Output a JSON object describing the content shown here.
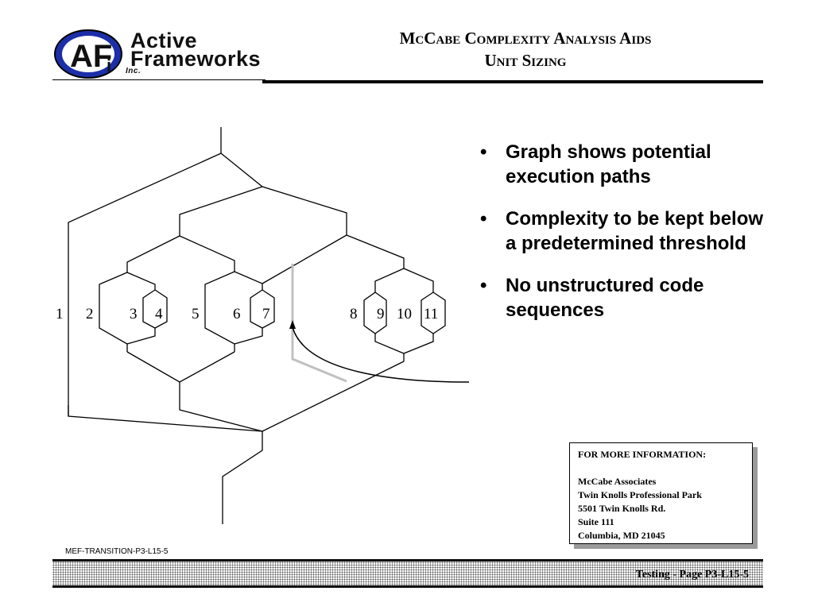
{
  "header": {
    "logo": {
      "line1": "Active",
      "line2": "Frameworks",
      "line3": "Inc.",
      "monogram": "AFi"
    },
    "title_line1": "McCabe Complexity Analysis Aids",
    "title_line2": "Unit Sizing"
  },
  "diagram": {
    "node_labels": [
      "1",
      "2",
      "3",
      "4",
      "5",
      "6",
      "7",
      "8",
      "9",
      "10",
      "11"
    ],
    "colors": {
      "lines": "#000000",
      "highlight_path": "#c0c0c0"
    }
  },
  "bullets": [
    {
      "text": "Graph shows potential execution paths"
    },
    {
      "text": "Complexity to be kept below a predetermined threshold"
    },
    {
      "text": "No unstructured code sequences"
    }
  ],
  "bullet_symbol": "•",
  "info_box": {
    "heading": "FOR MORE INFORMATION:",
    "lines": [
      "McCabe Associates",
      "Twin Knolls Professional Park",
      "5501 Twin Knolls Rd.",
      "Suite 111",
      "Columbia, MD 21045"
    ]
  },
  "footer": {
    "code": "MEF-TRANSITION-P3-L15-5",
    "page": "Testing - Page P3-L15-5"
  }
}
